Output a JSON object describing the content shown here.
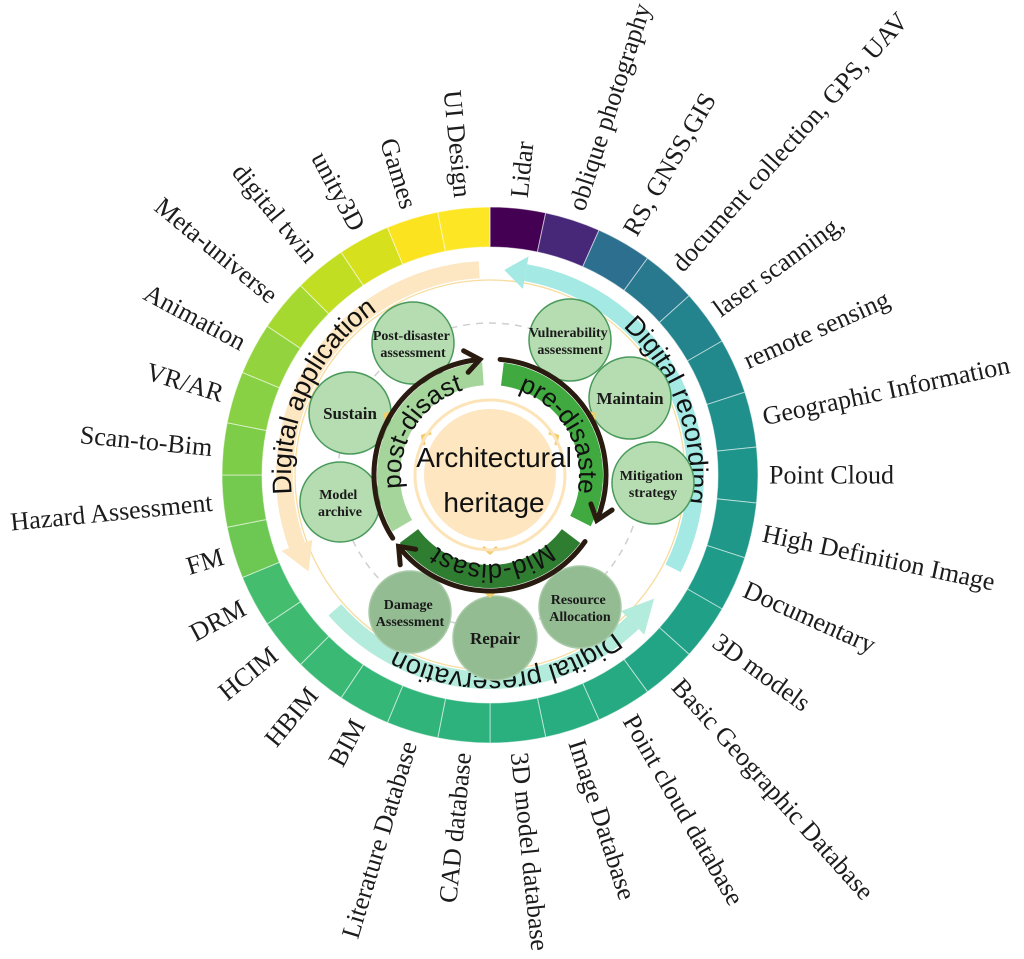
{
  "diagram": {
    "center": {
      "line1": "Architectural",
      "line2": "heritage",
      "color": "#fde6c0"
    },
    "cycle": [
      {
        "label": "pre-disaste",
        "color": "#40a93f"
      },
      {
        "label": "Mid-disast",
        "color": "#2f7d31"
      },
      {
        "label": "post-disast",
        "color": "#a5d59b"
      }
    ],
    "arrow_color": "#2a1b10",
    "nodes": [
      {
        "line1": "Post-disaster",
        "line2": "assessment"
      },
      {
        "line1": "Vulnerability",
        "line2": "assessment"
      },
      {
        "line1": "Maintain"
      },
      {
        "line1": "Mitigation",
        "line2": "strategy"
      },
      {
        "line1": "Sustain"
      },
      {
        "line1": "Model",
        "line2": "archive"
      },
      {
        "line1": "Damage",
        "line2": "Assessment"
      },
      {
        "line1": "Repair"
      },
      {
        "line1": "Resource",
        "line2": "Allocation"
      }
    ],
    "bands": [
      {
        "label": "Digital recording",
        "color": "#a4e9e3"
      },
      {
        "label": "Digital application",
        "color": "#fde7c3"
      },
      {
        "label": "Digital preservation",
        "color": "#b3ebdc"
      }
    ],
    "outer_ring": [
      {
        "label": "Lidar",
        "color": "#440154"
      },
      {
        "label": "oblique photography",
        "color": "#472878"
      },
      {
        "label": "RS, GNSS,GIS",
        "color": "#2c6f8e"
      },
      {
        "label": "document collection, GPS, UAV",
        "color": "#28798e"
      },
      {
        "label": "laser scanning,",
        "color": "#23848d"
      },
      {
        "label": "remote sensing",
        "color": "#21898c"
      },
      {
        "label": "Geographic Information",
        "color": "#1f908c"
      },
      {
        "label": "Point Cloud",
        "color": "#1e958b"
      },
      {
        "label": "High Definition Image",
        "color": "#1f988a"
      },
      {
        "label": "Documentary",
        "color": "#1f9b89"
      },
      {
        "label": "3D models",
        "color": "#20a087"
      },
      {
        "label": "Basic Geographic Database",
        "color": "#22a585"
      },
      {
        "label": "Point cloud database",
        "color": "#25aa82"
      },
      {
        "label": "Image Database",
        "color": "#28ad80"
      },
      {
        "label": "3D model database",
        "color": "#2aaf7f"
      },
      {
        "label": "CAD database",
        "color": "#2db17d"
      },
      {
        "label": "Literature Database",
        "color": "#31b47a"
      },
      {
        "label": "BIM",
        "color": "#35b778"
      },
      {
        "label": "HBIM",
        "color": "#3ab975"
      },
      {
        "label": "HCIM",
        "color": "#3ebb71"
      },
      {
        "label": "DRM",
        "color": "#44be6e"
      },
      {
        "label": "FM",
        "color": "#6cc753"
      },
      {
        "label": "Hazard Assessment",
        "color": "#74ca4e"
      },
      {
        "label": "Scan-to-Bim",
        "color": "#7ecd49"
      },
      {
        "label": "VR/AR",
        "color": "#88d044"
      },
      {
        "label": "Animation",
        "color": "#93d43e"
      },
      {
        "label": "Meta-universe",
        "color": "#a6d92f"
      },
      {
        "label": "digital twin",
        "color": "#c1de23"
      },
      {
        "label": "unity3D",
        "color": "#d6e01c"
      },
      {
        "label": "Games",
        "color": "#fbe31f"
      },
      {
        "label": "UI Design",
        "color": "#fde725"
      }
    ]
  }
}
